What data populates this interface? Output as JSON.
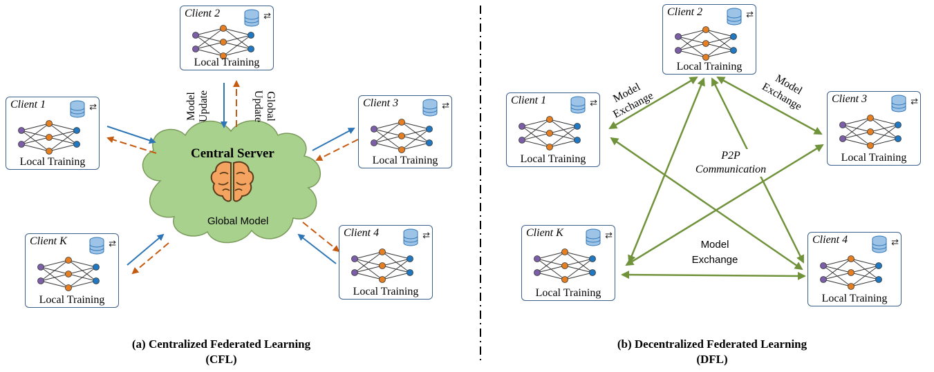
{
  "left": {
    "server": {
      "title": "Central Server",
      "subtitle": "Global Model"
    },
    "edge_labels": {
      "model_update": [
        "Model",
        "Update"
      ],
      "global_update": [
        "Global",
        "Update"
      ]
    },
    "clients": [
      {
        "name": "Client 2",
        "footer": "Local Training"
      },
      {
        "name": "Client 1",
        "footer": "Local Training"
      },
      {
        "name": "Client 3",
        "footer": "Local Training"
      },
      {
        "name": "Client K",
        "footer": "Local Training"
      },
      {
        "name": "Client 4",
        "footer": "Local Training"
      }
    ],
    "caption": [
      "(a) Centralized Federated Learning",
      "(CFL)"
    ]
  },
  "right": {
    "clients": [
      {
        "name": "Client 2",
        "footer": "Local Training"
      },
      {
        "name": "Client 1",
        "footer": "Local Training"
      },
      {
        "name": "Client 3",
        "footer": "Local Training"
      },
      {
        "name": "Client K",
        "footer": "Local Training"
      },
      {
        "name": "Client 4",
        "footer": "Local Training"
      }
    ],
    "exchange_left": [
      "Model",
      "Exchange"
    ],
    "exchange_right": [
      "Model",
      "Exchange"
    ],
    "exchange_bottom": [
      "Model",
      "Exchange"
    ],
    "p2p": [
      "P2P",
      "Communication"
    ],
    "caption": [
      "(b) Decentralized Federated Learning",
      "(DFL)"
    ]
  },
  "colors": {
    "client_border": "#3a5f8a",
    "input_node": "#7b5ea7",
    "hidden_node": "#e67e22",
    "output_node": "#1f78c1",
    "update_arrow": "#2e75b6",
    "global_arrow": "#c55a11",
    "exchange_arrow": "#70923a",
    "cloud": "#a9d18e",
    "brain": "#f4a460"
  }
}
